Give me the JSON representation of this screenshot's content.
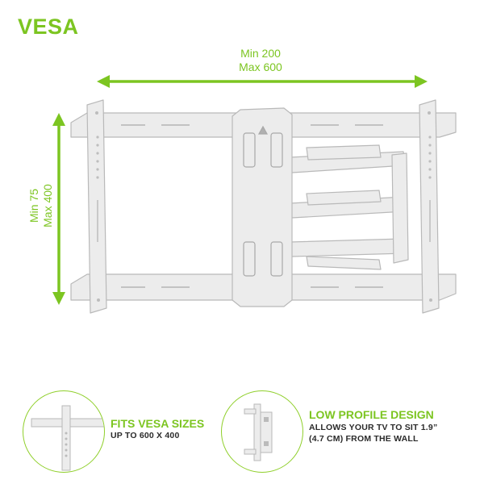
{
  "title": "VESA",
  "horizontal_dimension": {
    "line1": "Min 200",
    "line2": "Max 600"
  },
  "vertical_dimension": {
    "line1": "Min 75",
    "line2": "Max 400"
  },
  "features": [
    {
      "title": "FITS VESA SIZES",
      "lines": [
        "UP TO 600 X 400"
      ]
    },
    {
      "title": "LOW PROFILE DESIGN",
      "lines": [
        "ALLOWS YOUR TV TO SIT 1.9”",
        "(4.7 CM) FROM THE WALL"
      ]
    }
  ],
  "colors": {
    "accent_green": "#7cc521",
    "bracket_fill": "#ececec",
    "bracket_stroke": "#b9b9b9",
    "text_dark": "#222222"
  },
  "icons": [
    "double-arrow-horizontal-icon",
    "double-arrow-vertical-icon",
    "tv-mount-bracket-icon",
    "vesa-bracket-detail-icon",
    "low-profile-side-view-icon"
  ]
}
